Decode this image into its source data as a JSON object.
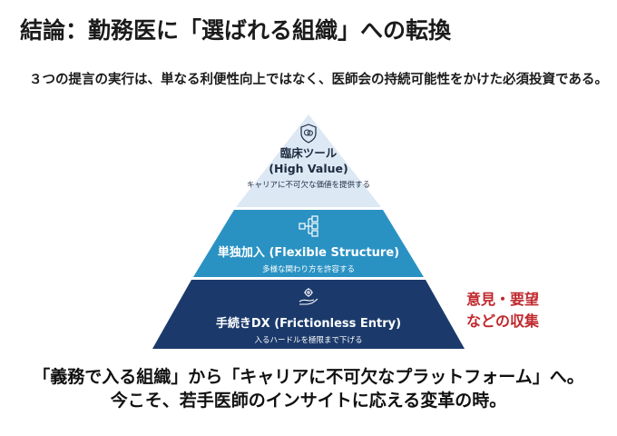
{
  "title": "結論：勤務医に「選ばれる組織」への転換",
  "subtitle": "３つの提言の実行は、単なる利便性向上ではなく、医師会の持続可能性をかけた必須投資である。",
  "pyramid": {
    "top": {
      "label": "臨床ツール",
      "sublabel": "(High Value)",
      "desc": "キャリアに不可欠な価値を提供する",
      "icon": "shield-brain-icon",
      "color": "#dce8f4"
    },
    "middle": {
      "label": "単独加入 (Flexible Structure)",
      "desc": "多様な関わり方を許容する",
      "icon": "hierarchy-icon",
      "color": "#2a92c3"
    },
    "bottom": {
      "label": "手続きDX (Frictionless Entry)",
      "desc": "入るハードルを極限まで下げる",
      "icon": "hand-gear-icon",
      "color": "#1b3a6b"
    }
  },
  "side_note": {
    "line1": "意見・要望",
    "line2": "などの収集",
    "color": "#c0282d"
  },
  "conclusion": {
    "line1": "「義務で入る組織」から「キャリアに不可欠なプラットフォーム」へ。",
    "line2": "今こそ、若手医師のインサイトに応える変革の時。"
  }
}
